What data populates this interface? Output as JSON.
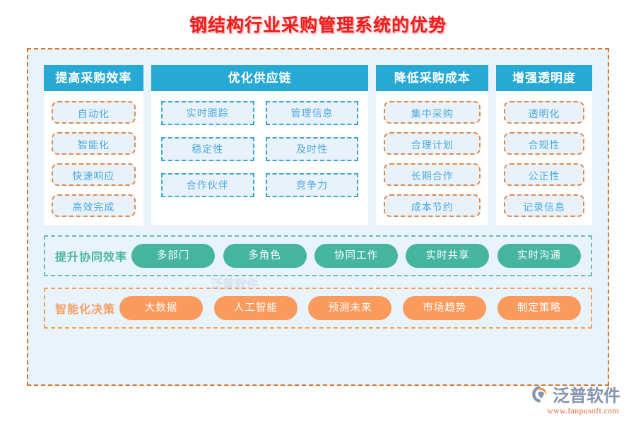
{
  "title": "钢结构行业采购管理系统的优势",
  "theme": {
    "title_color": "#ee1d1d",
    "banner_blue": "#27a9d5",
    "panel_bg": "#e9f3fb",
    "chip_text_blue": "#4aa9de",
    "chip_dashed_orange": "#df8a4a",
    "chip_dashed_blue": "#35a8d8",
    "teal": "#45b5a0",
    "orange": "#fa9a5c"
  },
  "columns": [
    {
      "header": "提高采购效率",
      "layout": "stack",
      "chip_style": "orange-round",
      "items": [
        "自动化",
        "智能化",
        "快速响应",
        "高效完成"
      ]
    },
    {
      "header": "优化供应链",
      "layout": "grid2",
      "chip_style": "blue-square",
      "items": [
        "实时跟踪",
        "管理信息",
        "稳定性",
        "及时性",
        "合作伙伴",
        "竞争力"
      ]
    },
    {
      "header": "降低采购成本",
      "layout": "stack",
      "chip_style": "orange-round",
      "items": [
        "集中采购",
        "合理计划",
        "长期合作",
        "成本节约"
      ]
    },
    {
      "header": "增强透明度",
      "layout": "stack",
      "chip_style": "orange-round",
      "items": [
        "透明化",
        "合规性",
        "公正性",
        "记录信息"
      ]
    }
  ],
  "bands": [
    {
      "label": "提升协同效率",
      "color": "#45b5a0",
      "pills": [
        "多部门",
        "多角色",
        "协同工作",
        "实时共享",
        "实时沟通"
      ]
    },
    {
      "label": "智能化决策",
      "color": "#fa9a5c",
      "pills": [
        "大数据",
        "人工智能",
        "预测未来",
        "市场趋势",
        "制定策略"
      ]
    }
  ],
  "watermark": "泛普软件",
  "logo": {
    "name": "泛普软件",
    "url": "www.fanpusoft.com"
  }
}
